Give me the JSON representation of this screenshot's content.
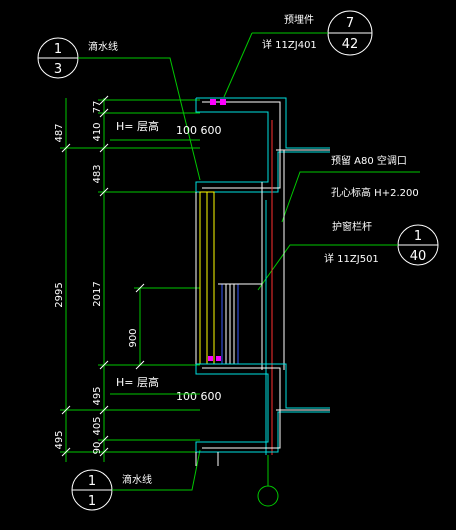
{
  "detail_refs": [
    {
      "top": "7",
      "bottom": "42"
    },
    {
      "top": "1",
      "bottom": "3"
    },
    {
      "top": "1",
      "bottom": "40"
    },
    {
      "top": "1",
      "bottom": "1"
    }
  ],
  "notes": {
    "embedded_part": "预埋件",
    "embedded_ref": "详 11ZJ401",
    "drip_line_top": "滴水线",
    "drip_line_bottom": "滴水线",
    "ac_hole": "预留  A80  空调口",
    "hole_center": "孔心标高       H+2.200",
    "guardrail": "护窗栏杆",
    "guardrail_ref": "详 11ZJ501",
    "floor_h_top": "H=  层高",
    "floor_h_bottom": "H=  层高",
    "slab_top": "100  600",
    "slab_bottom": "100  600"
  },
  "dimensions": {
    "left_outer_top": "487",
    "left_outer_mid": "2995",
    "left_outer_bottom": "495",
    "left_inner_77": "77",
    "left_inner_410": "410",
    "left_inner_483": "483",
    "left_inner_2017": "2017",
    "left_inner_495": "495",
    "left_inner_90": "90",
    "left_inner_405": "405",
    "sill_900": "900"
  },
  "colors": {
    "background": "#000000",
    "leader": "#00c800",
    "outline": "#ffffff",
    "concrete": "#00e0e0",
    "window": "#ffff00",
    "rebar": "#ff3030",
    "rail": "#3a5bff",
    "marker": "#ff00ff"
  }
}
